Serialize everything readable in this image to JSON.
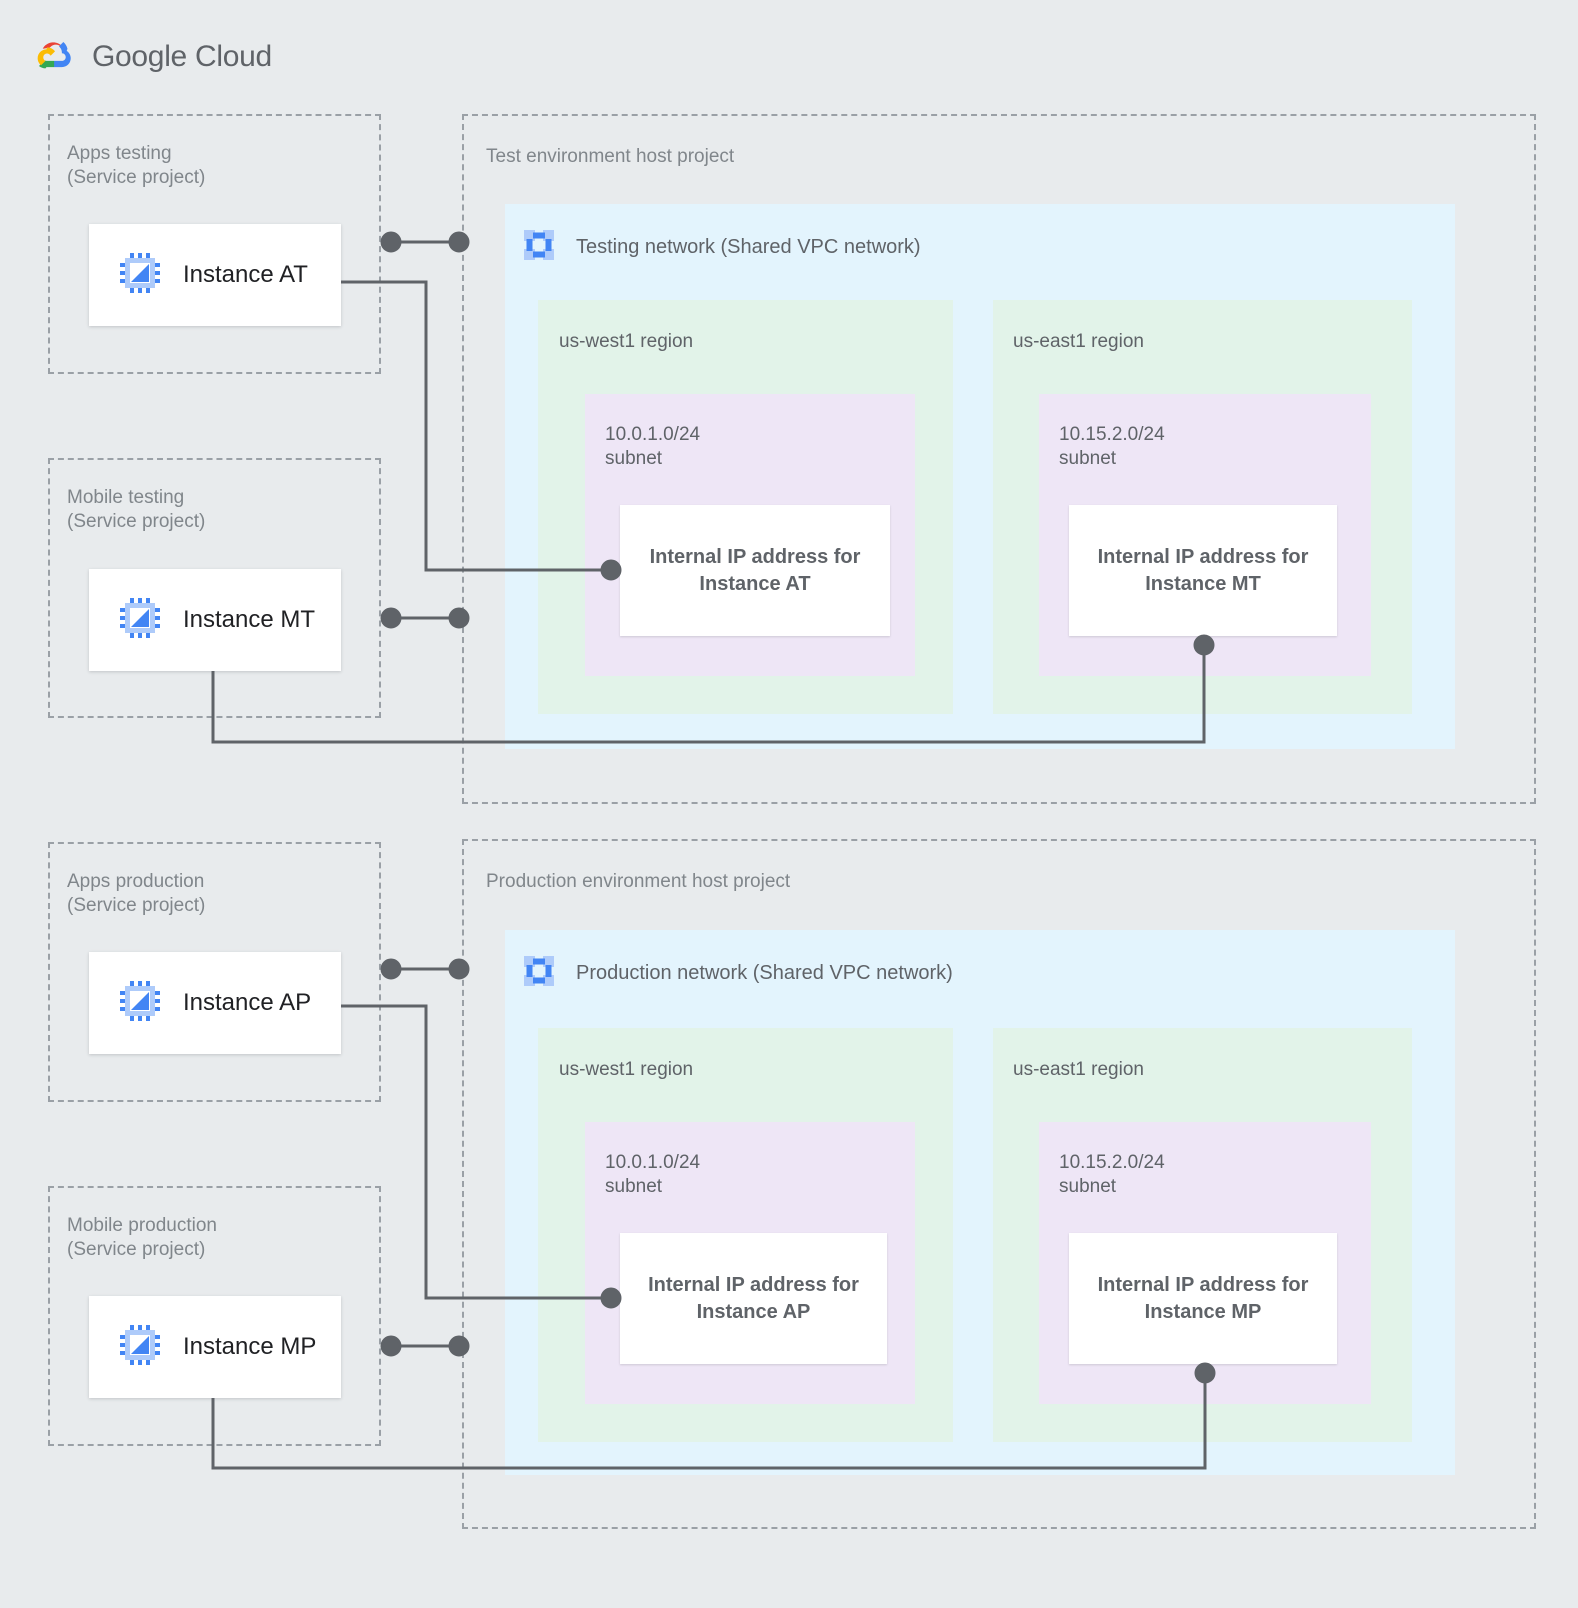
{
  "brand": {
    "name": "Google Cloud",
    "logo_icon": "google-cloud-logo",
    "colors": {
      "red": "#ea4335",
      "yellow": "#fbbc04",
      "green": "#34a853",
      "blue": "#4285f4",
      "text": "#5f6368"
    }
  },
  "palette": {
    "page_background": "#e8ebed",
    "vpc_background": "#e3f4fd",
    "region_background": "#e2f3e9",
    "subnet_background": "#eee6f6",
    "card_background": "#ffffff",
    "dashed_border": "#9aa0a6",
    "connector": "#5f6368",
    "icon_blue": "#4285f4",
    "icon_blue_light": "#a6c8fa"
  },
  "service_projects": [
    {
      "id": "apps-testing",
      "label": "Apps testing\n(Service project)",
      "instance": {
        "label": "Instance AT",
        "icon": "compute-engine-icon"
      }
    },
    {
      "id": "mobile-testing",
      "label": "Mobile testing\n(Service project)",
      "instance": {
        "label": "Instance MT",
        "icon": "compute-engine-icon"
      }
    },
    {
      "id": "apps-production",
      "label": "Apps production\n(Service project)",
      "instance": {
        "label": "Instance AP",
        "icon": "compute-engine-icon"
      }
    },
    {
      "id": "mobile-production",
      "label": "Mobile production\n(Service project)",
      "instance": {
        "label": "Instance MP",
        "icon": "compute-engine-icon"
      }
    }
  ],
  "host_projects": [
    {
      "id": "test-host-project",
      "label": "Test environment host project",
      "network": {
        "title": "Testing network (Shared VPC network)",
        "icon": "vpc-network-icon"
      },
      "regions": [
        {
          "id": "test-us-west1",
          "label": "us-west1 region",
          "subnet": {
            "label": "10.0.1.0/24\nsubnet",
            "cidr": "10.0.1.0/24",
            "ip_card": "Internal IP address for\nInstance AT"
          }
        },
        {
          "id": "test-us-east1",
          "label": "us-east1 region",
          "subnet": {
            "label": "10.15.2.0/24\nsubnet",
            "cidr": "10.15.2.0/24",
            "ip_card": "Internal IP address for\nInstance MT"
          }
        }
      ]
    },
    {
      "id": "production-host-project",
      "label": "Production environment host project",
      "network": {
        "title": "Production network (Shared VPC network)",
        "icon": "vpc-network-icon"
      },
      "regions": [
        {
          "id": "prod-us-west1",
          "label": "us-west1 region",
          "subnet": {
            "label": "10.0.1.0/24\nsubnet",
            "cidr": "10.0.1.0/24",
            "ip_card": "Internal IP address for\nInstance AP"
          }
        },
        {
          "id": "prod-us-east1",
          "label": "us-east1 region",
          "subnet": {
            "label": "10.15.2.0/24\nsubnet",
            "cidr": "10.15.2.0/24",
            "ip_card": "Internal IP address for\nInstance MP"
          }
        }
      ]
    }
  ],
  "connections": [
    {
      "id": "at-link-bridge",
      "from": "apps-testing",
      "to": "test-host-project",
      "style": "dot-line-dot"
    },
    {
      "id": "at-to-ip",
      "from": "Instance AT",
      "to": "Internal IP address for Instance AT",
      "style": "elbow"
    },
    {
      "id": "mt-link-bridge",
      "from": "mobile-testing",
      "to": "test-host-project",
      "style": "dot-line-dot"
    },
    {
      "id": "mt-to-ip",
      "from": "Instance MT",
      "to": "Internal IP address for Instance MT",
      "style": "elbow"
    },
    {
      "id": "ap-link-bridge",
      "from": "apps-production",
      "to": "production-host-project",
      "style": "dot-line-dot"
    },
    {
      "id": "ap-to-ip",
      "from": "Instance AP",
      "to": "Internal IP address for Instance AP",
      "style": "elbow"
    },
    {
      "id": "mp-link-bridge",
      "from": "mobile-production",
      "to": "production-host-project",
      "style": "dot-line-dot"
    },
    {
      "id": "mp-to-ip",
      "from": "Instance MP",
      "to": "Internal IP address for Instance MP",
      "style": "elbow"
    }
  ]
}
